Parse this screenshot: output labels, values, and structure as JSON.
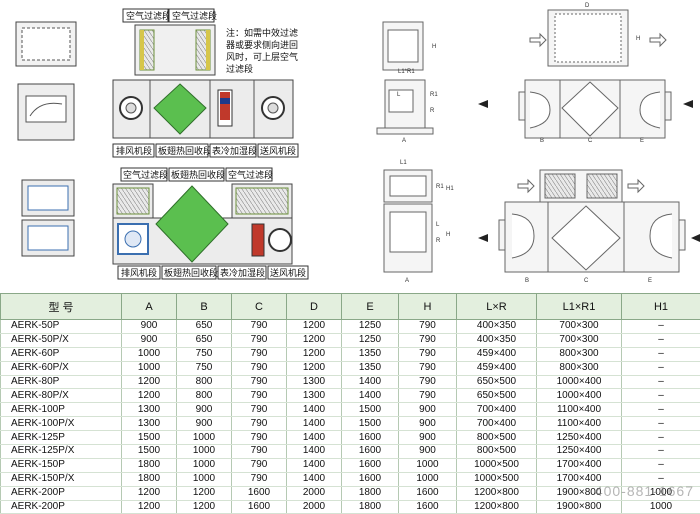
{
  "annotations": {
    "top_filter_1": "空气过滤段",
    "top_filter_2": "空气过滤段",
    "note": [
      "注：如需中效过滤",
      "器或要求侧向进回",
      "风时，可上层空气",
      "过滤段"
    ],
    "upper_sections": [
      "排风机段",
      "板翅热回收段",
      "表冷加湿段",
      "送风机段"
    ],
    "lower_top_sections": [
      "空气过滤段",
      "板翅热回收段",
      "空气过滤段"
    ],
    "lower_sections": [
      "排风机段",
      "板翅热回收段",
      "表冷加湿段",
      "送风机段"
    ]
  },
  "dim_letters": {
    "D": "D",
    "H": "H",
    "L1R1": "L1*R1",
    "L": "L",
    "R": "R",
    "A": "A",
    "B": "B",
    "C": "C",
    "E": "E",
    "L1": "L1",
    "R1": "R1",
    "H1": "H1"
  },
  "table": {
    "headers": [
      "型 号",
      "A",
      "B",
      "C",
      "D",
      "E",
      "H",
      "L×R",
      "L1×R1",
      "H1"
    ],
    "rows": [
      [
        "AERK-50P",
        "900",
        "650",
        "790",
        "1200",
        "1250",
        "790",
        "400×350",
        "700×300",
        "–"
      ],
      [
        "AERK-50P/X",
        "900",
        "650",
        "790",
        "1200",
        "1250",
        "790",
        "400×350",
        "700×300",
        "–"
      ],
      [
        "AERK-60P",
        "1000",
        "750",
        "790",
        "1200",
        "1350",
        "790",
        "459×400",
        "800×300",
        "–"
      ],
      [
        "AERK-60P/X",
        "1000",
        "750",
        "790",
        "1200",
        "1350",
        "790",
        "459×400",
        "800×300",
        "–"
      ],
      [
        "AERK-80P",
        "1200",
        "800",
        "790",
        "1300",
        "1400",
        "790",
        "650×500",
        "1000×400",
        "–"
      ],
      [
        "AERK-80P/X",
        "1200",
        "800",
        "790",
        "1300",
        "1400",
        "790",
        "650×500",
        "1000×400",
        "–"
      ],
      [
        "AERK-100P",
        "1300",
        "900",
        "790",
        "1400",
        "1500",
        "900",
        "700×400",
        "1100×400",
        "–"
      ],
      [
        "AERK-100P/X",
        "1300",
        "900",
        "790",
        "1400",
        "1500",
        "900",
        "700×400",
        "1100×400",
        "–"
      ],
      [
        "AERK-125P",
        "1500",
        "1000",
        "790",
        "1400",
        "1600",
        "900",
        "800×500",
        "1250×400",
        "–"
      ],
      [
        "AERK-125P/X",
        "1500",
        "1000",
        "790",
        "1400",
        "1600",
        "900",
        "800×500",
        "1250×400",
        "–"
      ],
      [
        "AERK-150P",
        "1800",
        "1000",
        "790",
        "1400",
        "1600",
        "1000",
        "1000×500",
        "1700×400",
        "–"
      ],
      [
        "AERK-150P/X",
        "1800",
        "1000",
        "790",
        "1400",
        "1600",
        "1000",
        "1000×500",
        "1700×400",
        "–"
      ],
      [
        "AERK-200P",
        "1200",
        "1200",
        "1600",
        "2000",
        "1800",
        "1600",
        "1200×800",
        "1900×800",
        "1000"
      ],
      [
        "AERK-200P",
        "1200",
        "1200",
        "1600",
        "2000",
        "1800",
        "1600",
        "1200×800",
        "1900×800",
        "1000"
      ]
    ]
  },
  "watermark": "400-881-1667",
  "colors": {
    "header_bg": "#e3efde",
    "hrv_green": "#5bbf4f",
    "filter_yellow": "#d6c64a",
    "coil_red": "#c0392b"
  }
}
